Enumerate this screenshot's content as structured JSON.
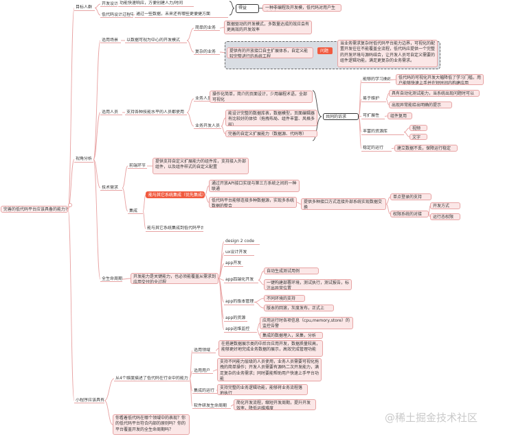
{
  "watermark": "@稀土掘金技术社区",
  "badge": "得益",
  "nodes": {
    "root": "完善的低代码平台应该具备的能力?",
    "c1": "目标人群",
    "c1a": "开发设计",
    "c1a1": "功能快速响应，方便创建人力/时间",
    "c1b": "低代码设计过程中",
    "c1b1": "通过一些数据，未来还有哪些更便捷方面",
    "c1call": "一种非编程及开发模，低代码对用户生由产力",
    "c2": "视角分析",
    "c21": "适用场景",
    "c211": "以数据可视为中心的开发模式",
    "c2111": "简单的业务",
    "c21111": "数据驱动的开发模式，多数量达成的效应会有更高效的开发效率",
    "c2112": "复杂的业务",
    "c21121": "提供有的开放接口自主扩展体系，自定义能较完整进行的系统工程",
    "c21121h": "问题",
    "c21121n": "当业务需求复杂时低代码平台能力边界，可视化的配置开发往往不能覆盖全流程，低代码应提供一个完整的开发环境与源码结合，让开发人员可自定义需要的组件逻辑功能，满足更复杂的业务需求。",
    "c22": "适用人员",
    "c221": "支持各种技能水平的人员都使用",
    "c2211": "业务人员",
    "c22111": "操作化简单，简介的页面设计，少用编程术语，全部可视化",
    "c2212": "业务开发人员",
    "c22121": "能设计完整的数据库表，数据模型，页面编辑器有比较好的体验（拖拽布局、组件丰富、风格多样）",
    "c22122": "完善的自定义扩展能力（数据源、代码等）",
    "c22call": "共同的诉求",
    "c22r1": "能够的学习曲线",
    "c22r1a": "低代码的可视化开发大幅降低了学习门槛，用户能够快速上手并在短时间内构建应用",
    "c22r2": "易于维护",
    "c22r2a": "具有自动化测试能力，当系统出现问题时可以迅速定位并修复",
    "c22r2b": "出现异常能给出明确的提示",
    "c22r3": "可扩展性",
    "c22r3a": "组件复用",
    "c22r4": "丰富的资源库",
    "c22r4a": "视频",
    "c22r4b": "文字",
    "c22r5": "稳定的运行",
    "c22r5a": "建立数据不丢，保障运行稳定",
    "c23": "技术需求",
    "c231": "前端环节",
    "c2311": "提供支持自定义扩展能力的组件库，支持接入外部组件，以及组件样式的自定义配置",
    "c232": "集成",
    "c2321": "能与其它系统集成（优先集成）",
    "c23211": "通过开放API接口实现与第三方系统之间的一种联通",
    "c23212": "低代码平台能够连接多种数据源，实现多系统数据的整合",
    "c23212a": "提供多种接口方式连接外部系统实现数据交换",
    "c232121": "单点登录的支持",
    "c232122": "权限系统的对接",
    "c2321221": "开发方式",
    "c2321222": "运行态权限",
    "c2322": "能与其它系统集成到低代码平台中",
    "c24": "全生命周期",
    "c241": "开发能力是关键能力，也必须能覆盖从需求到应用交付的全过程",
    "c2411": "design 2 code",
    "c2412": "ux设计开发",
    "c2413": "app开发",
    "c2414": "app四端化开发",
    "c24141": "自动生成测试用例",
    "c24142": "一键构建部署环境，测试执行，测试报告，标注出异常位置",
    "c2415": "app的版本管理",
    "c24151": "不同环境的支持",
    "c24152": "版本的回滚，灰度发布，正式上线，回滚能力",
    "c2416": "app的资源",
    "c2417": "app运维监控",
    "c24171": "应用运行时各项信息（cpu,memory,store）的监控告警",
    "c24172": "集成的数据埋入，采集，分析",
    "c3": "小程序应该具有",
    "c31": "从4个维度描述了低代码在行业中的能力",
    "c311": "适用领域",
    "c3111": "在搭建数据展示类的中后台应用开发，数据质量较高，能够更好地完成业务数据的展示，高效完成管理功能",
    "c312": "适用用户",
    "c3121": "支持不同能力层级的人员使用，业务人员需要可视化拖拽的简单操作；开发人员需要有源码二次开发能力，满足复杂的业务需求；同时要能帮助用户快速上手平台功能",
    "c313": "集成的运行",
    "c3131": "支持完整的业务逻辑功能，能够将业务流程落地执行",
    "c314": "软件研发生命周期",
    "c3141": "简化开发流程，缩短开发周期，提升开发效率，降低运维难度",
    "c32": "你看着低代码在哪个领域中的表现？你的低代码平台符合内部的原则吗？你的平台覆盖开发的全生命周期吗？"
  }
}
